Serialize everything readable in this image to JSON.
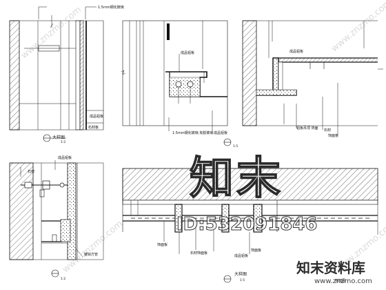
{
  "drawing": {
    "panel1": {
      "labels": [
        "1.5mm钢化玻璃",
        "成品铝板",
        "石材板"
      ],
      "title": "大样图",
      "scale": "1:2"
    },
    "panel2": {
      "labels": [
        "成品铝板",
        "1.5mm钢化玻璃 夹胶玻璃",
        "成品铝板"
      ],
      "scale": "1:5"
    },
    "panel3": {
      "labels": [
        "成品铝板",
        "铝板吊顶 饰面",
        "石材",
        "饰面板"
      ]
    },
    "panel4": {
      "labels": [
        "石材",
        "成品铝板",
        "镀锌方管"
      ],
      "scale": "1:2"
    },
    "panel5": {
      "labels": [
        "饰面板",
        "石材饰面板",
        "成品铝板",
        "饰面板"
      ],
      "title": "大样图",
      "scale": "1:5",
      "corner_note": "剖面图"
    }
  },
  "watermark": {
    "brand_large": "知末",
    "id_text": "ID:532091846",
    "site_cn": "知末资料库",
    "site_url": "www.znzmo.com",
    "diagonal": "www.znzmo.com"
  }
}
